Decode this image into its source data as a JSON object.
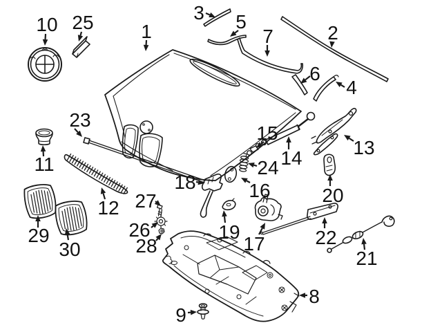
{
  "diagram": {
    "type": "exploded-parts-diagram",
    "colors": {
      "background": "#ffffff",
      "line": "#1a1a1a",
      "label": "#111111"
    },
    "callouts": [
      {
        "number": "1",
        "part": "hood-panel",
        "label": [
          212,
          55
        ],
        "arrow": [
          212,
          58,
          211,
          74
        ]
      },
      {
        "number": "2",
        "part": "cowl-seal-strip",
        "label": [
          482,
          57
        ],
        "arrow": [
          481,
          60,
          480,
          69
        ]
      },
      {
        "number": "3",
        "part": "seal-strip-upper-left",
        "label": [
          288,
          28
        ],
        "arrow": [
          298,
          19,
          312,
          25
        ]
      },
      {
        "number": "4",
        "part": "seal-strip-right",
        "label": [
          509,
          136
        ],
        "arrow": [
          499,
          126,
          486,
          118
        ]
      },
      {
        "number": "5",
        "part": "seal-strip-upper-center",
        "label": [
          349,
          41
        ],
        "arrow": [
          345,
          44,
          333,
          53
        ]
      },
      {
        "number": "6",
        "part": "seal-strip-left",
        "label": [
          456,
          116
        ],
        "arrow": [
          449,
          110,
          435,
          121
        ]
      },
      {
        "number": "7",
        "part": "rear-hood-seal",
        "label": [
          388,
          62
        ],
        "arrow": [
          387,
          65,
          387,
          82
        ]
      },
      {
        "number": "8",
        "part": "insulation-pad",
        "label": [
          455,
          438
        ],
        "arrow": [
          445,
          427,
          433,
          427
        ]
      },
      {
        "number": "9",
        "part": "clip-rivet",
        "label": [
          262,
          465
        ],
        "arrow": [
          272,
          452,
          285,
          451
        ]
      },
      {
        "number": "10",
        "part": "bmw-emblem",
        "label": [
          68,
          45
        ],
        "arrow": [
          66,
          49,
          65,
          66
        ]
      },
      {
        "number": "11",
        "part": "rubber-grommet",
        "label": [
          64,
          247
        ],
        "arrow": [
          63,
          226,
          62,
          210
        ]
      },
      {
        "number": "12",
        "part": "grille-center-strip",
        "label": [
          157,
          310
        ],
        "arrow": [
          152,
          288,
          147,
          271
        ]
      },
      {
        "number": "13",
        "part": "hood-hinge",
        "label": [
          527,
          223
        ],
        "arrow": [
          512,
          204,
          498,
          195
        ]
      },
      {
        "number": "14",
        "part": "gas-strut",
        "label": [
          422,
          238
        ],
        "arrow": [
          418,
          216,
          418,
          197
        ]
      },
      {
        "number": "15",
        "part": "ball-stud",
        "label": [
          387,
          202
        ],
        "arrow": [
          382,
          205,
          371,
          214
        ]
      },
      {
        "number": "16",
        "part": "latch-plate",
        "label": [
          376,
          285
        ],
        "arrow": [
          362,
          264,
          349,
          257
        ]
      },
      {
        "number": "17",
        "part": "hood-latch",
        "label": [
          368,
          362
        ],
        "arrow": [
          375,
          339,
          384,
          322
        ]
      },
      {
        "number": "18",
        "part": "release-lever",
        "label": [
          268,
          273
        ],
        "arrow": [
          284,
          263,
          296,
          265
        ]
      },
      {
        "number": "19",
        "part": "striker-plate",
        "label": [
          332,
          345
        ],
        "arrow": [
          326,
          322,
          324,
          304
        ]
      },
      {
        "number": "20",
        "part": "hinge-bracket",
        "label": [
          482,
          292
        ],
        "arrow": [
          478,
          269,
          478,
          252
        ]
      },
      {
        "number": "21",
        "part": "bowden-cable",
        "label": [
          531,
          383
        ],
        "arrow": [
          528,
          361,
          526,
          344
        ]
      },
      {
        "number": "22",
        "part": "release-rod",
        "label": [
          472,
          353
        ],
        "arrow": [
          470,
          330,
          470,
          314
        ]
      },
      {
        "number": "23",
        "part": "front-edge-molding",
        "label": [
          116,
          183
        ],
        "arrow": [
          108,
          186,
          119,
          198
        ]
      },
      {
        "number": "24",
        "part": "buffer-spring",
        "label": [
          388,
          252
        ],
        "arrow": [
          372,
          240,
          359,
          236
        ]
      },
      {
        "number": "25",
        "part": "emblem-clip",
        "label": [
          120,
          42
        ],
        "arrow": [
          118,
          46,
          114,
          60
        ]
      },
      {
        "number": "26",
        "part": "grommet-washer",
        "label": [
          202,
          342
        ],
        "arrow": [
          219,
          329,
          229,
          321
        ]
      },
      {
        "number": "27",
        "part": "screw",
        "label": [
          211,
          300
        ],
        "arrow": [
          225,
          291,
          233,
          298
        ]
      },
      {
        "number": "28",
        "part": "nut",
        "label": [
          212,
          365
        ],
        "arrow": [
          226,
          348,
          234,
          338
        ]
      },
      {
        "number": "29",
        "part": "kidney-grille-left",
        "label": [
          56,
          350
        ],
        "arrow": [
          55,
          329,
          55,
          311
        ]
      },
      {
        "number": "30",
        "part": "kidney-grille-right",
        "label": [
          101,
          370
        ],
        "arrow": [
          99,
          347,
          96,
          330
        ]
      }
    ]
  }
}
